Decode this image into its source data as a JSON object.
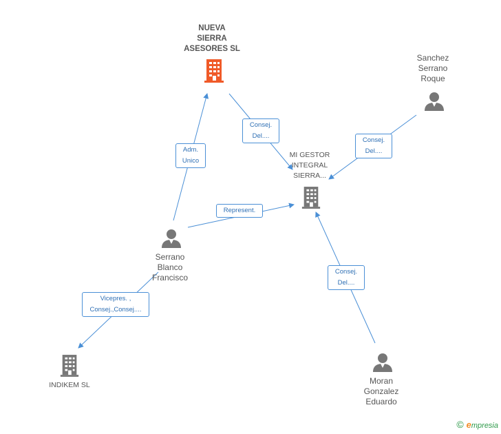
{
  "nodes": {
    "nueva_sierra": {
      "lines": [
        "NUEVA",
        "SIERRA",
        "ASESORES SL"
      ]
    },
    "mi_gestor": {
      "lines": [
        "MI GESTOR",
        "INTEGRAL",
        "SIERRA..."
      ]
    },
    "indikem": {
      "lines": [
        "INDIKEM SL"
      ]
    },
    "sanchez": {
      "lines": [
        "Sanchez",
        "Serrano",
        "Roque"
      ]
    },
    "serrano": {
      "lines": [
        "Serrano",
        "Blanco",
        "Francisco"
      ]
    },
    "moran": {
      "lines": [
        "Moran",
        "Gonzalez",
        "Eduardo"
      ]
    }
  },
  "edges": {
    "adm_unico": {
      "lines": [
        "Adm.",
        "Unico"
      ]
    },
    "consej_nueva": {
      "lines": [
        "Consej.",
        "Del...."
      ]
    },
    "consej_sanchez": {
      "lines": [
        "Consej.",
        "Del...."
      ]
    },
    "represent": {
      "lines": [
        "Represent."
      ]
    },
    "consej_moran": {
      "lines": [
        "Consej.",
        "Del...."
      ]
    },
    "vicepres": {
      "lines": [
        "Vicepres. ,",
        "Consej.,Consej...."
      ]
    }
  },
  "footer": {
    "copyright": "©",
    "brand_first": "e",
    "brand_rest": "mpresia"
  },
  "colors": {
    "edge": "#4a8fd6",
    "main_company": "#f05a28",
    "company": "#777777",
    "person": "#777777"
  }
}
